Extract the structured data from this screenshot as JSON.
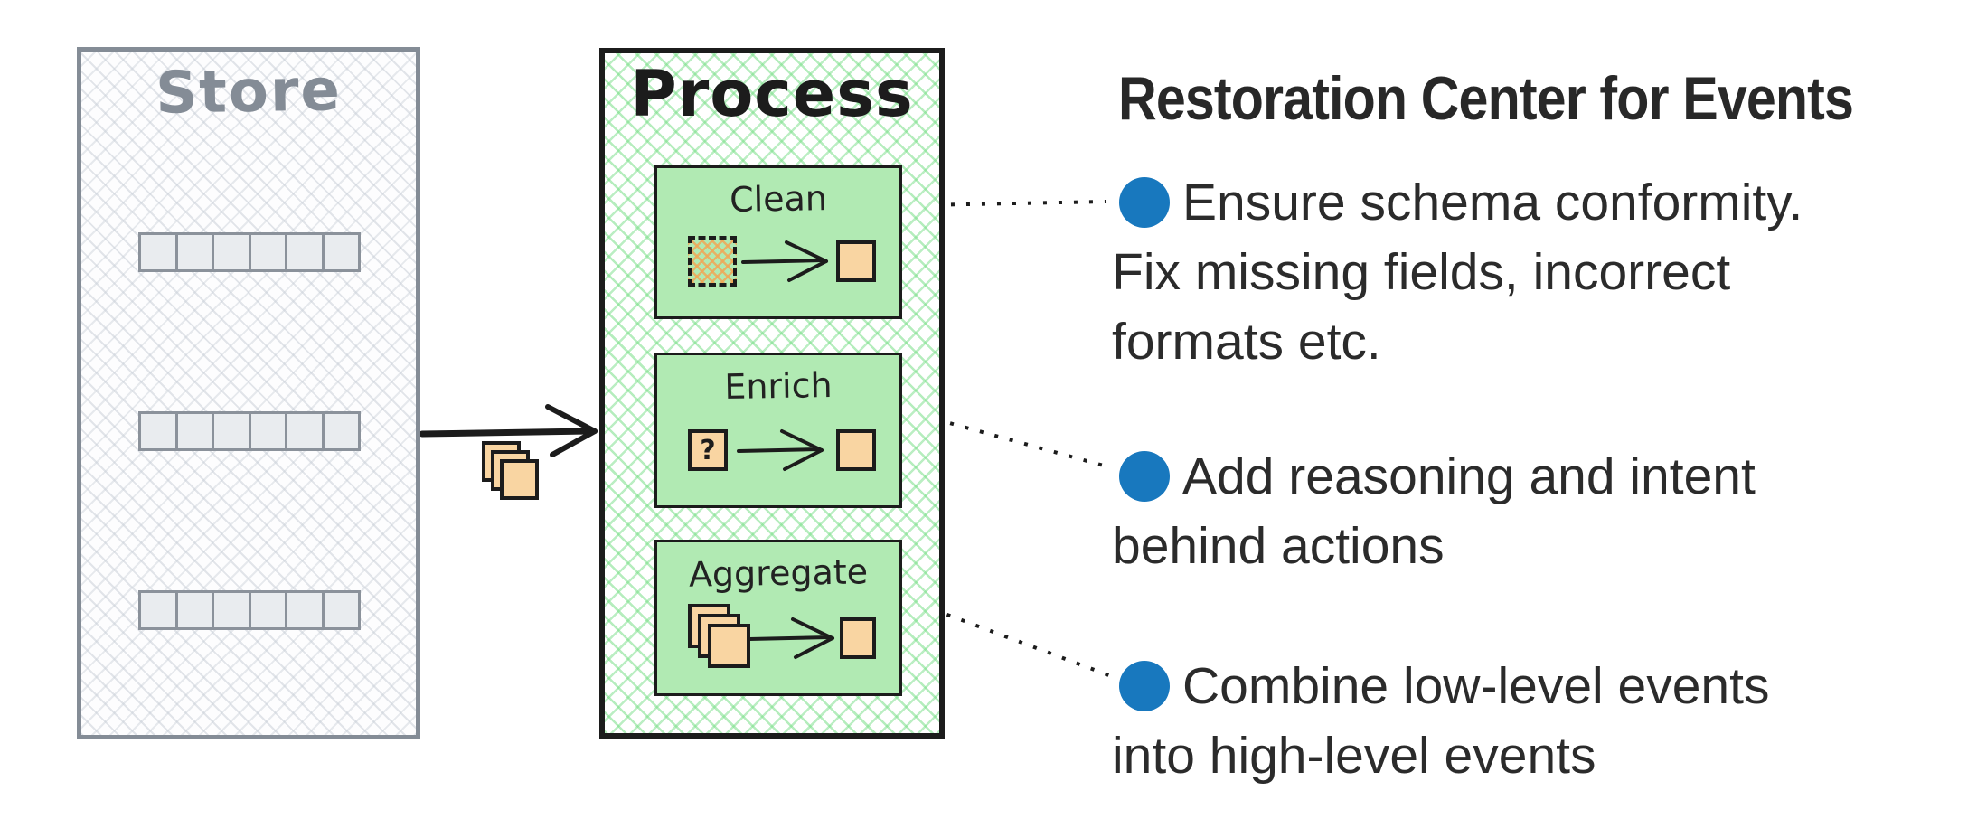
{
  "diagram": {
    "store": {
      "title": "Store",
      "shelf_rows": 3,
      "cells_per_row": 6
    },
    "process": {
      "title": "Process",
      "steps": [
        {
          "label": "Clean"
        },
        {
          "label": "Enrich",
          "icon_label": "?"
        },
        {
          "label": "Aggregate"
        }
      ]
    }
  },
  "notes": {
    "title": "Restoration Center for Events",
    "bullets": [
      {
        "text": "Ensure schema conformity.\nFix missing fields, incorrect\nformats etc."
      },
      {
        "text": "Add reasoning and intent\nbehind actions"
      },
      {
        "text": "Combine low-level events\ninto high-level events"
      }
    ]
  },
  "colors": {
    "accent_blue": "#1878be",
    "step_green_fill": "#b1eab3",
    "green_hatch": "#78de87",
    "orange_fill": "#f9d5a2",
    "gray_stroke": "#848c96",
    "ink": "#1c1c1c"
  }
}
